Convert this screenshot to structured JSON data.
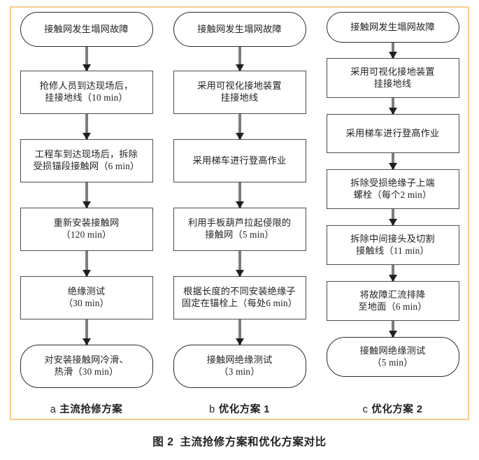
{
  "figure": {
    "caption_label": "图 2",
    "caption_title": "主流抢修方案和优化方案对比",
    "frame_color": "#F7CE8E",
    "box_border_color": "#4d4d4d",
    "arrow_color": "#7d7d7d",
    "text_color": "#231f20"
  },
  "columns": [
    {
      "id": "a",
      "subcaption_index": "a",
      "subcaption_label": "主流抢修方案",
      "nodes": [
        {
          "shape": "terminal",
          "lines": [
            "接触网发生塌网故障"
          ],
          "height": 50,
          "gap_after": 34
        },
        {
          "shape": "process",
          "lines": [
            "抢修人员到达现场后，",
            "挂接地线（10 min）"
          ],
          "height": 62,
          "gap_after": 36
        },
        {
          "shape": "process",
          "lines": [
            "工程车到达现场后，拆除",
            "受损锚段接触网（6 min）"
          ],
          "height": 62,
          "gap_after": 36
        },
        {
          "shape": "process",
          "lines": [
            "重新安装接触网",
            "（120 min）"
          ],
          "height": 62,
          "gap_after": 36
        },
        {
          "shape": "process",
          "lines": [
            "绝缘测试",
            "（30 min）"
          ],
          "height": 62,
          "gap_after": 36
        },
        {
          "shape": "terminal",
          "lines": [
            "对安装接触网冷滑、",
            "热滑（30 min）"
          ],
          "height": 62,
          "gap_after": 0
        }
      ]
    },
    {
      "id": "b",
      "subcaption_index": "b",
      "subcaption_label": "优化方案 1",
      "nodes": [
        {
          "shape": "terminal",
          "lines": [
            "接触网发生塌网故障"
          ],
          "height": 50,
          "gap_after": 34
        },
        {
          "shape": "process",
          "lines": [
            "采用可视化接地装置",
            "挂接地线"
          ],
          "height": 62,
          "gap_after": 36
        },
        {
          "shape": "process",
          "lines": [
            "采用梯车进行登高作业"
          ],
          "height": 62,
          "gap_after": 36
        },
        {
          "shape": "process",
          "lines": [
            "利用手板葫芦拉起侵限的",
            "接触网（5 min）"
          ],
          "height": 62,
          "gap_after": 36
        },
        {
          "shape": "process",
          "lines": [
            "根据长度的不同安装绝缘子",
            "固定在锚栓上（每处6 min）"
          ],
          "height": 62,
          "gap_after": 36
        },
        {
          "shape": "terminal",
          "lines": [
            "接触网绝缘测试",
            "（3 min）"
          ],
          "height": 62,
          "gap_after": 0
        }
      ]
    },
    {
      "id": "c",
      "subcaption_index": "c",
      "subcaption_label": "优化方案 2",
      "nodes": [
        {
          "shape": "terminal",
          "lines": [
            "接触网发生塌网故障"
          ],
          "height": 44,
          "gap_after": 22
        },
        {
          "shape": "process",
          "lines": [
            "采用可视化接地装置",
            "挂接地线"
          ],
          "height": 57,
          "gap_after": 23
        },
        {
          "shape": "process",
          "lines": [
            "采用梯车进行登高作业"
          ],
          "height": 56,
          "gap_after": 23
        },
        {
          "shape": "process",
          "lines": [
            "拆除受损绝缘子上端",
            "螺栓（每个2 min）"
          ],
          "height": 57,
          "gap_after": 23
        },
        {
          "shape": "process",
          "lines": [
            "拆除中间接头及切割",
            "接触线（11 min）"
          ],
          "height": 57,
          "gap_after": 23
        },
        {
          "shape": "process",
          "lines": [
            "将故障汇流排降",
            "至地面（6 min）"
          ],
          "height": 57,
          "gap_after": 23
        },
        {
          "shape": "terminal",
          "lines": [
            "接触网绝缘测试",
            "（5 min）"
          ],
          "height": 57,
          "gap_after": 0
        }
      ]
    }
  ]
}
